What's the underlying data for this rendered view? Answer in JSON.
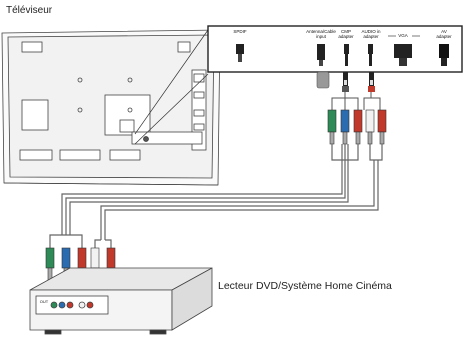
{
  "tv_label": "Téléviseur",
  "player_label": "Lecteur DVD/Système Home Cinéma",
  "ports": {
    "spdif": "SPDIF",
    "antenna": "Antenna/Cable\ninput",
    "cmp_adapter": "CMP\nadapter",
    "audio_in_adapter": "AUDIO in\nadapter",
    "vga": "VGA",
    "av_adapter": "AV\nadapter"
  },
  "player_panel": {
    "out_label": "OUT"
  },
  "cable_colors": {
    "green": "#2e8b57",
    "blue": "#2b6cb0",
    "red": "#c0392b",
    "white": "#f2f2f2",
    "outline": "#333333"
  }
}
